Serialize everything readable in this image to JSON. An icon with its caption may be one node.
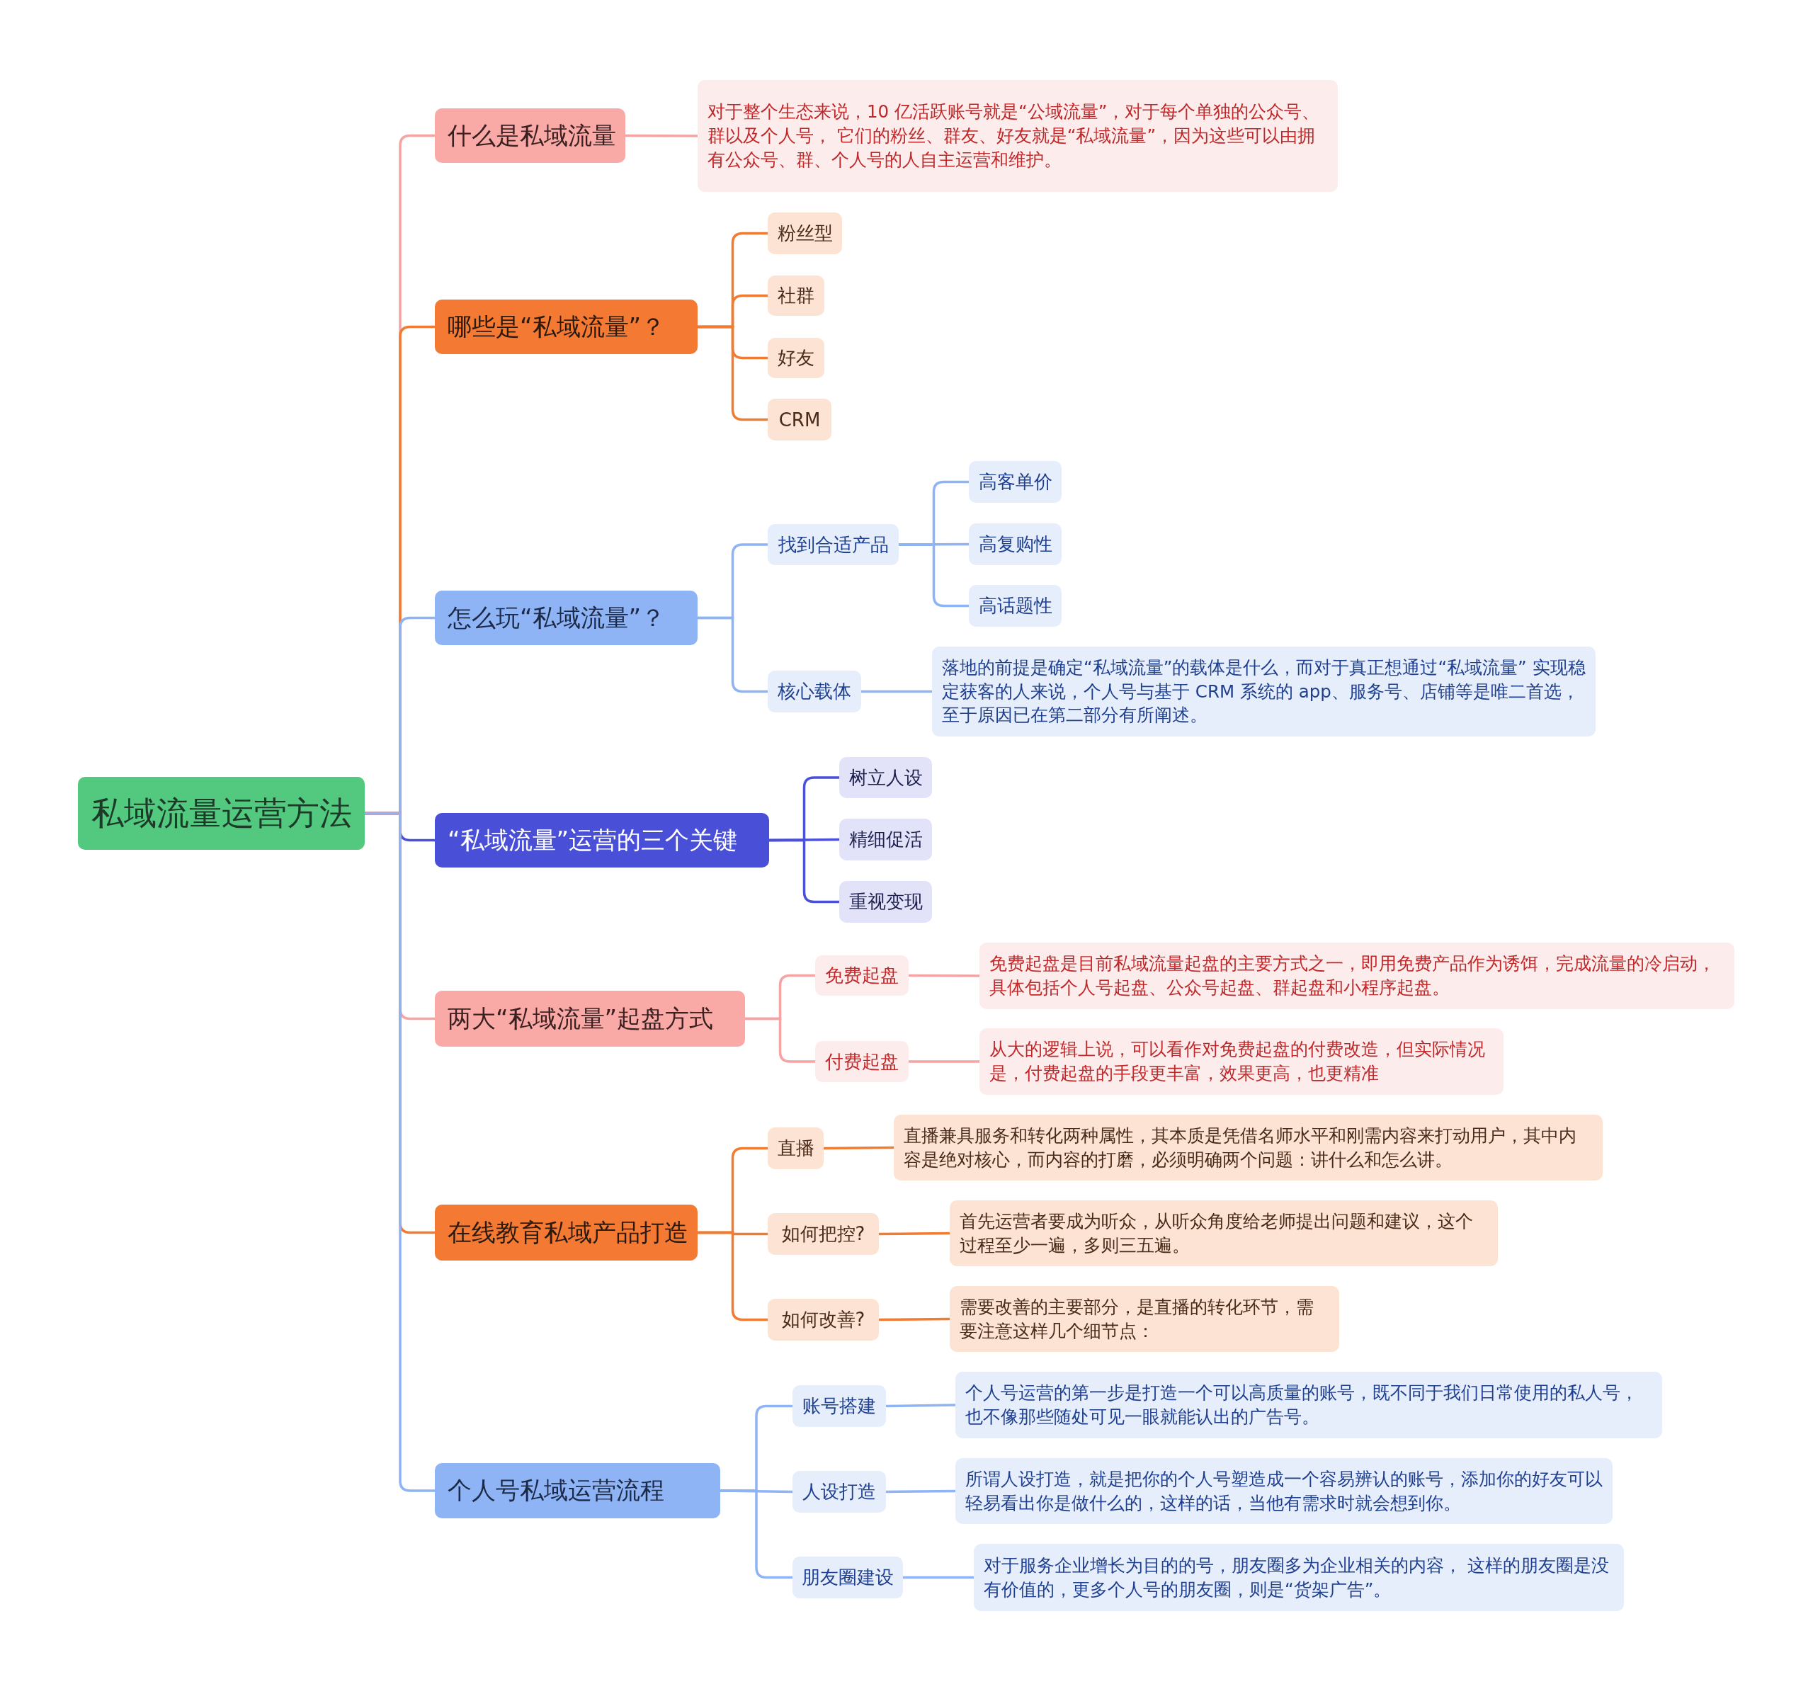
{
  "diagram": {
    "nodes": [
      {
        "text": [
          "私域流量运营方法"
        ]
      },
      {
        "text": [
          "什么是私域流量"
        ]
      },
      {
        "text": [
          "对于整个生态来说，10 亿活跃账号就是“公域流量”，对于每个单独的公众号、群以及个人号， 它们的粉丝、群友、好友就是“私域流量”，因为这些可以由拥有公众号、群、个人号的人自主运营和维护。"
        ]
      },
      {
        "text": [
          "哪些是“私域流量”？"
        ]
      },
      {
        "text": [
          "粉丝型"
        ]
      },
      {
        "text": [
          "社群"
        ]
      },
      {
        "text": [
          "好友"
        ]
      },
      {
        "text": [
          "CRM"
        ]
      },
      {
        "text": [
          "怎么玩“私域流量”？"
        ]
      },
      {
        "text": [
          "找到合适产品"
        ]
      },
      {
        "text": [
          "高客单价"
        ]
      },
      {
        "text": [
          "高复购性"
        ]
      },
      {
        "text": [
          "高话题性"
        ]
      },
      {
        "text": [
          "核心载体"
        ]
      },
      {
        "text": [
          "落地的前提是确定“私域流量”的载体是什么，而对于真正想通过“私域流量” 实现稳定获客的人来说，个人号与基于 CRM 系统的 app、服务号、店铺等是唯二首选，至于原因已在第二部分有所阐述。"
        ]
      },
      {
        "text": [
          "“私域流量”运营的三个关键"
        ]
      },
      {
        "text": [
          "树立人设"
        ]
      },
      {
        "text": [
          "精细促活"
        ]
      },
      {
        "text": [
          "重视变现"
        ]
      },
      {
        "text": [
          "两大“私域流量”起盘方式"
        ]
      },
      {
        "text": [
          "免费起盘"
        ]
      },
      {
        "text": [
          "免费起盘是目前私域流量起盘的主要方式之一，即用免费产品作为诱饵，完成流量的冷启动，具体包括个人号起盘、公众号起盘、群起盘和小程序起盘。"
        ]
      },
      {
        "text": [
          "付费起盘"
        ]
      },
      {
        "text": [
          "从大的逻辑上说，可以看作对免费起盘的付费改造，但实际情况是，付费起盘的手段更丰富，效果更高，也更精准"
        ]
      },
      {
        "text": [
          "在线教育私域产品打造"
        ]
      },
      {
        "text": [
          "直播"
        ]
      },
      {
        "text": [
          "直播兼具服务和转化两种属性，其本质是凭借名师水平和刚需内容来打动用户，其中内容是绝对核心，而内容的打磨，必须明确两个问题：讲什么和怎么讲。"
        ]
      },
      {
        "text": [
          "如何把控?"
        ]
      },
      {
        "text": [
          "首先运营者要成为听众，从听众角度给老师提出问题和建议，这个过程至少一遍，多则三五遍。"
        ]
      },
      {
        "text": [
          "如何改善?"
        ]
      },
      {
        "text": [
          "需要改善的主要部分，是直播的转化环节，需要注意这样几个细节点："
        ]
      },
      {
        "text": [
          "个人号私域运营流程"
        ]
      },
      {
        "text": [
          "账号搭建"
        ]
      },
      {
        "text": [
          "个人号运营的第一步是打造一个可以高质量的账号，既不同于我们日常使用的私人号，也不像那些随处可见一眼就能认出的广告号。"
        ]
      },
      {
        "text": [
          "人设打造"
        ]
      },
      {
        "text": [
          "所谓人设打造，就是把你的个人号塑造成一个容易辨认的账号，添加你的好友可以轻易看出你是做什么的，这样的话，当他有需求时就会想到你。"
        ]
      },
      {
        "text": [
          "朋友圈建设"
        ]
      },
      {
        "text": [
          "对于服务企业增长为目的的号，朋友圈多为企业相关的内容， 这样的朋友圈是没有价值的，更多个人号的朋友圈，则是“货架广告”。"
        ]
      }
    ],
    "edges": [
      {
        "from": 0,
        "to": 1,
        "arrow": "none",
        "color": "#f5a3a3"
      },
      {
        "from": 1,
        "to": 2,
        "arrow": "none",
        "color": "#f5a3a3"
      },
      {
        "from": 0,
        "to": 3,
        "arrow": "none",
        "color": "#f07b33"
      },
      {
        "from": 3,
        "to": 4,
        "arrow": "none",
        "color": "#f07b33"
      },
      {
        "from": 3,
        "to": 5,
        "arrow": "none",
        "color": "#f07b33"
      },
      {
        "from": 3,
        "to": 6,
        "arrow": "none",
        "color": "#f07b33"
      },
      {
        "from": 3,
        "to": 7,
        "arrow": "none",
        "color": "#f07b33"
      },
      {
        "from": 0,
        "to": 8,
        "arrow": "none"
      },
      {
        "from": 8,
        "to": 9,
        "arrow": "none"
      },
      {
        "from": 9,
        "to": 10,
        "arrow": "none"
      },
      {
        "from": 9,
        "to": 11,
        "arrow": "none"
      },
      {
        "from": 9,
        "to": 12,
        "arrow": "none"
      },
      {
        "from": 8,
        "to": 13,
        "arrow": "none"
      },
      {
        "from": 13,
        "to": 14,
        "arrow": "none"
      },
      {
        "from": 0,
        "to": 15,
        "arrow": "none",
        "color": "#4b50d8"
      },
      {
        "from": 15,
        "to": 16,
        "arrow": "none",
        "color": "#4b50d8"
      },
      {
        "from": 15,
        "to": 17,
        "arrow": "none",
        "color": "#4b50d8"
      },
      {
        "from": 15,
        "to": 18,
        "arrow": "none",
        "color": "#4b50d8"
      },
      {
        "from": 0,
        "to": 19,
        "arrow": "none",
        "color": "#f5a3a3"
      },
      {
        "from": 19,
        "to": 20,
        "arrow": "none",
        "color": "#f5a3a3"
      },
      {
        "from": 20,
        "to": 21,
        "arrow": "none",
        "color": "#f5a3a3"
      },
      {
        "from": 19,
        "to": 22,
        "arrow": "none",
        "color": "#f5a3a3"
      },
      {
        "from": 22,
        "to": 23,
        "arrow": "none",
        "color": "#f5a3a3"
      },
      {
        "from": 0,
        "to": 24,
        "arrow": "none",
        "color": "#f07b33"
      },
      {
        "from": 24,
        "to": 25,
        "arrow": "none",
        "color": "#f07b33"
      },
      {
        "from": 25,
        "to": 26,
        "arrow": "none",
        "color": "#f07b33"
      },
      {
        "from": 24,
        "to": 27,
        "arrow": "none",
        "color": "#f07b33"
      },
      {
        "from": 27,
        "to": 28,
        "arrow": "none",
        "color": "#f07b33"
      },
      {
        "from": 24,
        "to": 29,
        "arrow": "none",
        "color": "#f07b33"
      },
      {
        "from": 29,
        "to": 30,
        "arrow": "none",
        "color": "#f07b33"
      },
      {
        "from": 0,
        "to": 31,
        "arrow": "none"
      },
      {
        "from": 31,
        "to": 32,
        "arrow": "none"
      },
      {
        "from": 32,
        "to": 33,
        "arrow": "none"
      },
      {
        "from": 31,
        "to": 34,
        "arrow": "none"
      },
      {
        "from": 34,
        "to": 35,
        "arrow": "none"
      },
      {
        "from": 31,
        "to": 36,
        "arrow": "none"
      },
      {
        "from": 36,
        "to": 37,
        "arrow": "none"
      }
    ]
  }
}
